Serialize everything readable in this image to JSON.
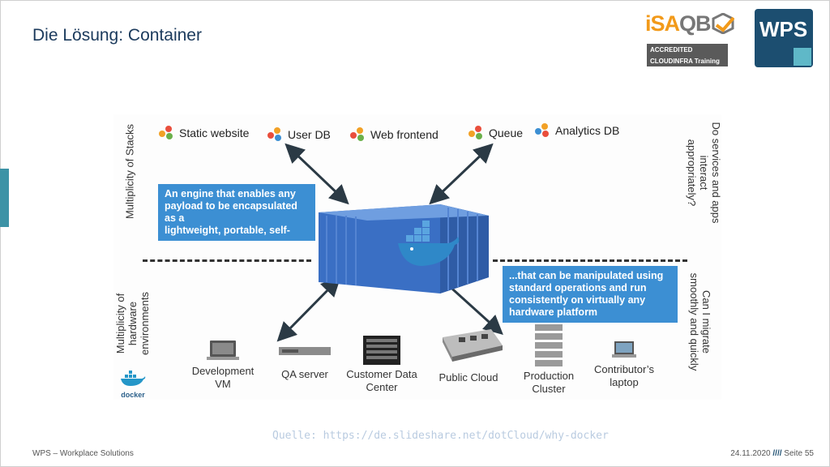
{
  "slide": {
    "title": "Die Lösung: Container",
    "source": "Quelle: https://de.slideshare.net/dotCloud/why-docker",
    "footer_left": "WPS – Workplace Solutions",
    "footer_date": "24.11.2020",
    "footer_sep": "////",
    "footer_page": "Seite 55"
  },
  "logos": {
    "isaqb_orange": "iSA",
    "isaqb_grey": "QB",
    "isaqb_line1": "ACCREDITED",
    "isaqb_line2": "CLOUDINFRA Training",
    "wps": "WPS"
  },
  "diagram": {
    "stacks": [
      "Static website",
      "User DB",
      "Web frontend",
      "Queue",
      "Analytics DB"
    ],
    "callout_top": [
      "An engine that enables any",
      "payload to be encapsulated",
      "as a",
      "lightweight, portable, self-"
    ],
    "callout_bottom": [
      "...that  can be manipulated using",
      "standard operations and run",
      "consistently on virtually any",
      "hardware platform"
    ],
    "left_top": [
      "Multiplicity of Stacks"
    ],
    "left_bottom": [
      "Multiplicity of",
      "hardware",
      "environments"
    ],
    "right_top": [
      "Do services and apps",
      "interact",
      "appropriately?"
    ],
    "right_bottom": [
      "Can I migrate",
      "smoothly and quickly"
    ],
    "docker_label": "docker",
    "hardware": [
      {
        "label1": "Development",
        "label2": "VM"
      },
      {
        "label1": "QA server",
        "label2": ""
      },
      {
        "label1": "Customer Data",
        "label2": "Center"
      },
      {
        "label1": "Public Cloud",
        "label2": ""
      },
      {
        "label1": "Production",
        "label2": "Cluster"
      },
      {
        "label1": "Contributor’s",
        "label2": "laptop"
      }
    ]
  },
  "colors": {
    "title": "#1b3a5c",
    "accent_bar": "#3d93a6",
    "callout": "#3c8fd3",
    "container": "#3a6fc4",
    "wps_bg": "#1c4e70",
    "isaqb_orange": "#f29a1a"
  }
}
